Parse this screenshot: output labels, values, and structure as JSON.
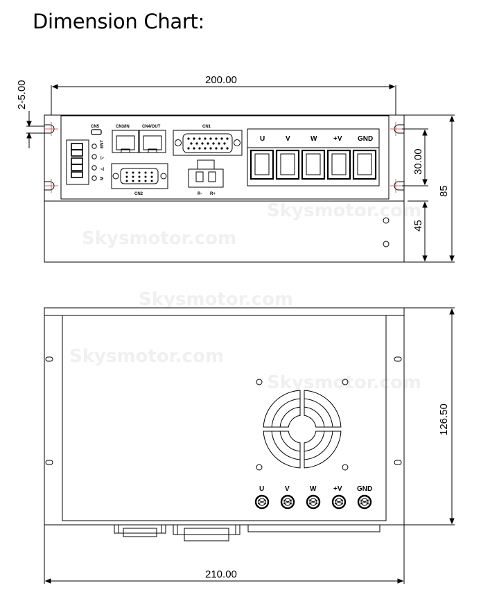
{
  "title": "Dimension Chart:",
  "dimensions": {
    "width_top": "200.00",
    "slot": "2-5.00",
    "hole_spacing": "30.00",
    "height_total": "85",
    "height_lower": "45",
    "depth": "126.50",
    "width_bottom": "210.00"
  },
  "connectors": {
    "cn5": "CN5",
    "cn3": "CN3/IN",
    "cn4": "CN4/OUT",
    "cn1": "CN1",
    "cn2": "CN2",
    "r_minus": "R-",
    "r_plus": "R+"
  },
  "buttons": [
    "ENT",
    "▽",
    "△",
    "M"
  ],
  "terminals": [
    "U",
    "V",
    "W",
    "+V",
    "GND"
  ],
  "watermark": "Skysmotor.com"
}
